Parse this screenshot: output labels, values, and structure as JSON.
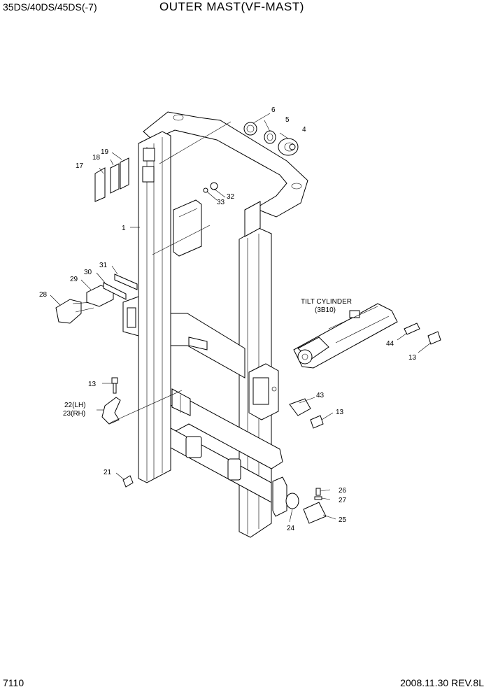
{
  "header": {
    "model": "35DS/40DS/45DS(-7)",
    "title": "OUTER MAST(VF-MAST)"
  },
  "footer": {
    "page_number": "7110",
    "revision": "2008.11.30  REV.8L"
  },
  "callouts": {
    "c1": "1",
    "c4": "4",
    "c5": "5",
    "c6": "6",
    "c13a": "13",
    "c13b": "13",
    "c13c": "13",
    "c17": "17",
    "c18": "18",
    "c19": "19",
    "c21": "21",
    "c22": "22(LH)",
    "c23": "23(RH)",
    "c24": "24",
    "c25": "25",
    "c26": "26",
    "c27": "27",
    "c28": "28",
    "c29": "29",
    "c30": "30",
    "c31": "31",
    "c32": "32",
    "c33": "33",
    "c43": "43",
    "c44": "44"
  },
  "tilt_cylinder": {
    "label": "TILT CYLINDER",
    "ref": "(3B10)"
  }
}
